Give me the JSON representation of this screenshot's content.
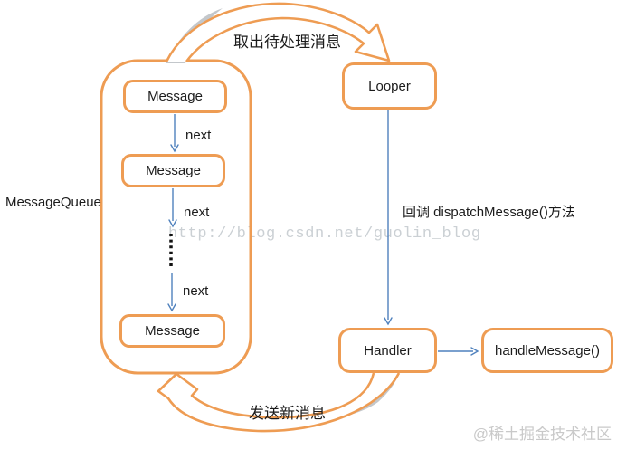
{
  "diagram": {
    "nodes": {
      "message1": "Message",
      "message2": "Message",
      "message3": "Message",
      "looper": "Looper",
      "handler": "Handler",
      "handle_message": "handleMessage()"
    },
    "labels": {
      "message_queue": "MessageQueue",
      "next1": "next",
      "next2": "next",
      "next3": "next",
      "fetch_message": "取出待处理消息",
      "dispatch_callback": "回调 dispatchMessage()方法",
      "send_new_message": "发送新消息"
    },
    "watermarks": {
      "csdn": "http://blog.csdn.net/guolin_blog",
      "juejin": "@稀土掘金技术社区"
    },
    "colors": {
      "orange": "#EE9C53",
      "blue": "#4F81BD",
      "gray_shadow": "#C3C7CB",
      "watermark_gray": "#CBD0D4",
      "watermark_gray_2": "#C9C9C9"
    }
  }
}
